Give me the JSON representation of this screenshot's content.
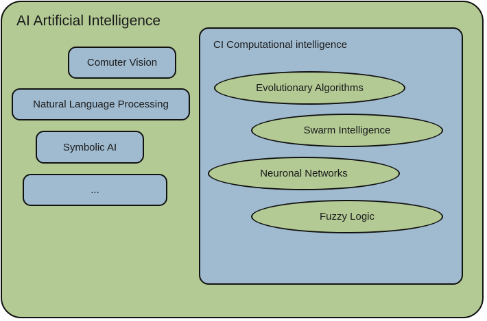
{
  "diagram": {
    "outer": {
      "title": "AI Artificial Intelligence",
      "fill": "#b3ca95",
      "items": [
        {
          "label": "Comuter Vision"
        },
        {
          "label": "Natural Language Processing"
        },
        {
          "label": "Symbolic AI"
        },
        {
          "label": "..."
        }
      ]
    },
    "inner": {
      "title": "CI Computational intelligence",
      "fill": "#a0bbd0",
      "items": [
        {
          "label": "Evolutionary Algorithms"
        },
        {
          "label": "Swarm Intelligence"
        },
        {
          "label": "Neuronal Networks"
        },
        {
          "label": "Fuzzy Logic"
        }
      ]
    }
  }
}
